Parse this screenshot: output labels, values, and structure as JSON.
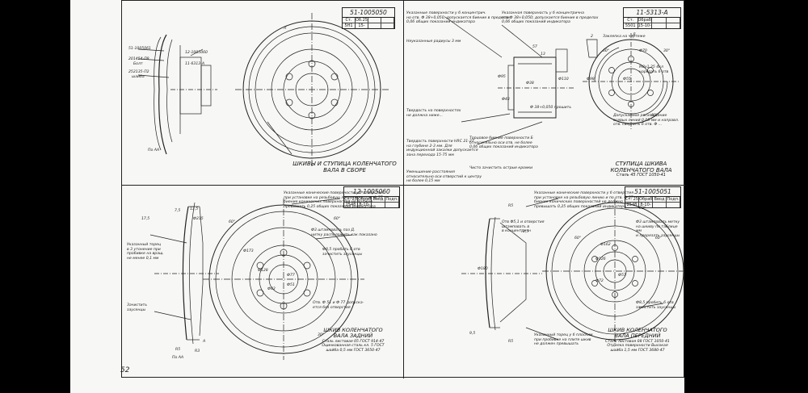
{
  "page_number": "52",
  "panels": {
    "tl": {
      "doc_number": "51-1005050",
      "title_rows": [
        [
          "Ст. 25",
          "Об.25",
          "",
          ""
        ],
        [
          "5Н1",
          "15-10-47",
          "",
          ""
        ]
      ],
      "caption_line1": "ШКИВЫ И СТУПИЦА КОЛЕНЧАТОГО",
      "caption_line2": "ВАЛА В СБОРЕ",
      "callouts": [
        "51-1005061",
        "12-1005060",
        "201454-П8",
        "Болт",
        "252135-П2",
        "шайба",
        "11-6313-А"
      ],
      "view_label": "По АА",
      "section_marker": "Л"
    },
    "tr": {
      "doc_number": "11-5313-А",
      "title_rows": [
        [
          "Ст.",
          "Обработ.",
          "",
          ""
        ],
        [
          "5501",
          "15-10-48",
          "",
          ""
        ]
      ],
      "caption_line1": "СТУПИЦА ШКИВА",
      "caption_line2": "КОЛЕНЧАТОГО ВАЛА",
      "caption_line3": "Сталь 45 ГОСТ 1050-41",
      "notes": [
        "Указанные поверхности у б концентрич.\nно отв. Ф 38+0,050; допускается биение в пределах\n0,06 общих показаний индикатора",
        "Указанная поверхность у б концентрична\nотв Ф 38+0,050; допускается биение в пределах\n0,06 общих показаний индикатора",
        "Неуказанные радиусы 3 мм",
        "Твердость на поверхностях\nне должна ниже...",
        "Допускаемое расхождение\nосевых линий 0,05 мм и направл.\nотв. сверлить 6 отв. Ф ... ",
        "Торцовое биение поверхности Б\nотносительно оси отв. не более\n0,06 общих показаний индикатора",
        "Твердость поверхности HRC 21-27\nна глубине 2-3 мм. Для\nиндукционной закалки допускается\nзона перехода 15-75 мм",
        "Чисто зачистить острые кромки",
        "Заклепка на чертеже",
        "Уменьшение расстояния\nотносительно оси отверстий к центру\nне более 0,15 мм",
        "М8х1,25 4кл\nнарезать 6 отв",
        "Ф 38+0,050 прошить"
      ],
      "dims": [
        "Ф70",
        "Ф55",
        "Ф38",
        "Ф95",
        "Ф110",
        "Ф98",
        "60°",
        "60°",
        "30°",
        "Д",
        "57",
        "2",
        "13",
        "Ф43"
      ]
    },
    "bl": {
      "doc_number": "12-1005060",
      "title_rows": [
        [
          "Ст. 25",
          "Обраб.",
          "Ввод",
          "Подп."
        ],
        [
          "2548",
          "8-10-45",
          "",
          ""
        ]
      ],
      "caption_line1": "ШКИВ КОЛЕНЧАТОГО",
      "caption_line2": "ВАЛА ЗАДНИЙ",
      "caption_line3": "Сталь листовая 05 ГОСТ 914-47",
      "caption_line4": "Оцинкованная сталь кл. 5 ГОСТ",
      "caption_line5": "шайба 0,5 мм ГОСТ 3650-47",
      "notes": [
        "Указанные конические поверхности у б отверстия\nпри установке на резьбовую линию и по отв. Ф 57\nбиение конических поверхностей не должно\nпревышать 0,25 общих показаний индикатора",
        "Ф3 штамповать паз Д.\nнитку расположить как показано",
        "Ф8,5 пробить 6 отв\nзачистить заусенцы",
        "Отв. Ф 51 и Ф 77 допуска-\nется без отверстия",
        "Указанный торец\nв 3 утонение при\nпробивке на вращ.\nне менее 0,1 мм",
        "Зачистить\nзаусенцы"
      ],
      "dims": [
        "Ф215",
        "Ф173",
        "Ф128",
        "Ф82",
        "Ф77",
        "Ф51",
        "60°",
        "60°",
        "30°",
        "17,5",
        "7,5",
        "13,5",
        "R5",
        "R3",
        "А"
      ],
      "view_label": "По АА"
    },
    "br": {
      "doc_number": "51-1005051",
      "title_rows": [
        [
          "Ст. 25",
          "Обраб.",
          "Ввод",
          "Подп."
        ],
        [
          "2548",
          "8-10-45",
          "",
          ""
        ]
      ],
      "caption_line1": "ШКИВ КОЛЕНЧАТОГО",
      "caption_line2": "ВАЛА ПЕРЕДНИЙ",
      "caption_line3": "Сталь листовая 08 ГОСТ 1050-41",
      "caption_line4": "Отделка поверхности Высокая",
      "caption_line5": "шайба 1,5 мм ГОСТ 3680-47",
      "notes": [
        "Указанные конические поверхности у б отверстия\nпри установке на резьбовую линию и по отв. Ф 57\nбиение конических поверхностей не должно\nпревышать 0,25 общих показаний индикатора",
        "Отв Ф5,1 и отверстия\nштамповать в\nв концентричн",
        "Ф3 штамповать метку\nна шкиву по таблице мм\nи прорезать заусенцы",
        "Ф8,5 пробить 6 отв\nзачистить заусенцы",
        "Указанный торец у б плоским\nпри пробивке на плите шкив\nне должен превышать"
      ],
      "dims": [
        "Ф180",
        "Ф162",
        "Ф126",
        "Ф72",
        "Ф57",
        "60°",
        "60°",
        "30°",
        "9,5",
        "R5",
        "R5",
        "2,5"
      ]
    }
  }
}
